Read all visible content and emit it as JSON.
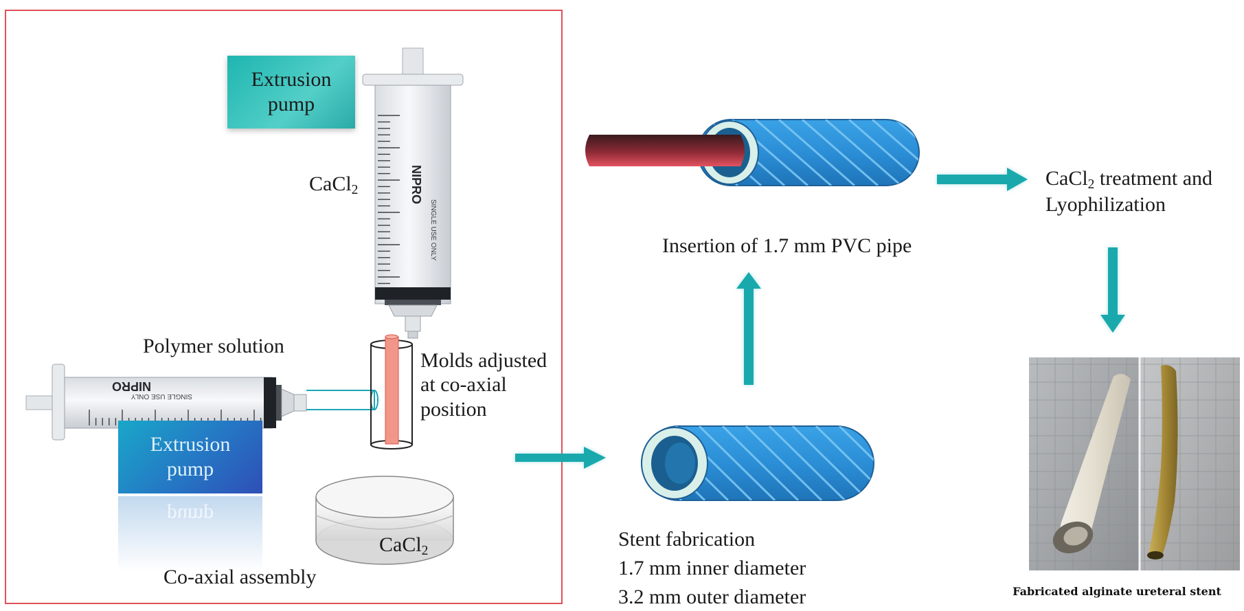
{
  "labels": {
    "pump_top": [
      "Extrusion",
      "pump"
    ],
    "pump_bottom": [
      "Extrusion",
      "pump"
    ],
    "cacl2_syringe": [
      "CaCl",
      "2"
    ],
    "polymer_solution": "Polymer solution",
    "molds": [
      "Molds adjusted",
      "at co-axial",
      "position"
    ],
    "cacl2_bath": [
      "CaCl",
      "2"
    ],
    "coaxial_assembly": "Co-axial assembly",
    "insertion": "Insertion of 1.7 mm PVC pipe",
    "treatment": [
      "CaCl",
      "2",
      " treatment and",
      "Lyophilization"
    ],
    "stent_fabrication": [
      "Stent fabrication",
      "1.7 mm inner diameter",
      "3.2 mm outer diameter"
    ],
    "photo_caption": "Fabricated alginate ureteral stent",
    "syringe_brand": "NIPRO",
    "syringe_note": "SINGLE USE ONLY"
  },
  "colors": {
    "frame": "#e0505a",
    "arrow": "#19a9ad",
    "tube": "#2c8fd6",
    "pvc": "#c9374a",
    "mold": "#f2968a"
  }
}
